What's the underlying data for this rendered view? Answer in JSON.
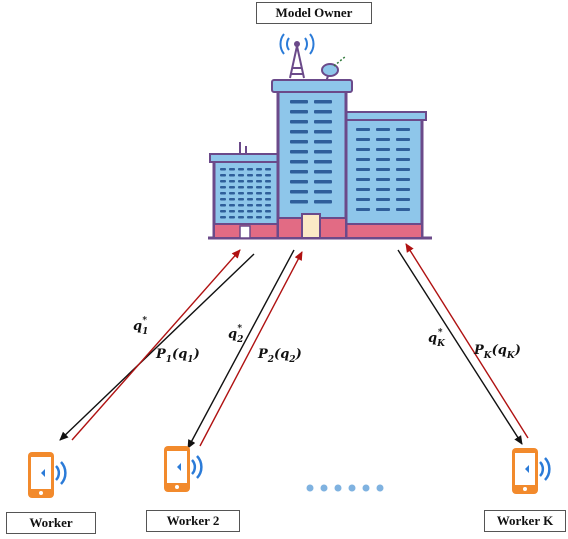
{
  "owner": {
    "label": "Model Owner"
  },
  "workers": [
    {
      "label": "Worker",
      "q_base": "q",
      "q_sub": "1",
      "q_sup": "*",
      "p_base": "P",
      "p_sub": "1",
      "p_arg_base": "q",
      "p_arg_sub": "1"
    },
    {
      "label": "Worker 2",
      "q_base": "q",
      "q_sub": "2",
      "q_sup": "*",
      "p_base": "P",
      "p_sub": "2",
      "p_arg_base": "q",
      "p_arg_sub": "2"
    },
    {
      "label": "Worker K",
      "q_base": "q",
      "q_sub": "K",
      "q_sup": "*",
      "p_base": "P",
      "p_sub": "K",
      "p_arg_base": "q",
      "p_arg_sub": "K"
    }
  ],
  "colors": {
    "down_arrow": "#111111",
    "up_arrow": "#b01212",
    "building_blue": "#8ec6ea",
    "building_outline": "#6b4a8a",
    "window": "#2f5e9a",
    "base_red": "#e26b84",
    "phone_orange": "#f28a2c",
    "signal_blue": "#2b7bd8",
    "dots": "#7fb2e0"
  }
}
